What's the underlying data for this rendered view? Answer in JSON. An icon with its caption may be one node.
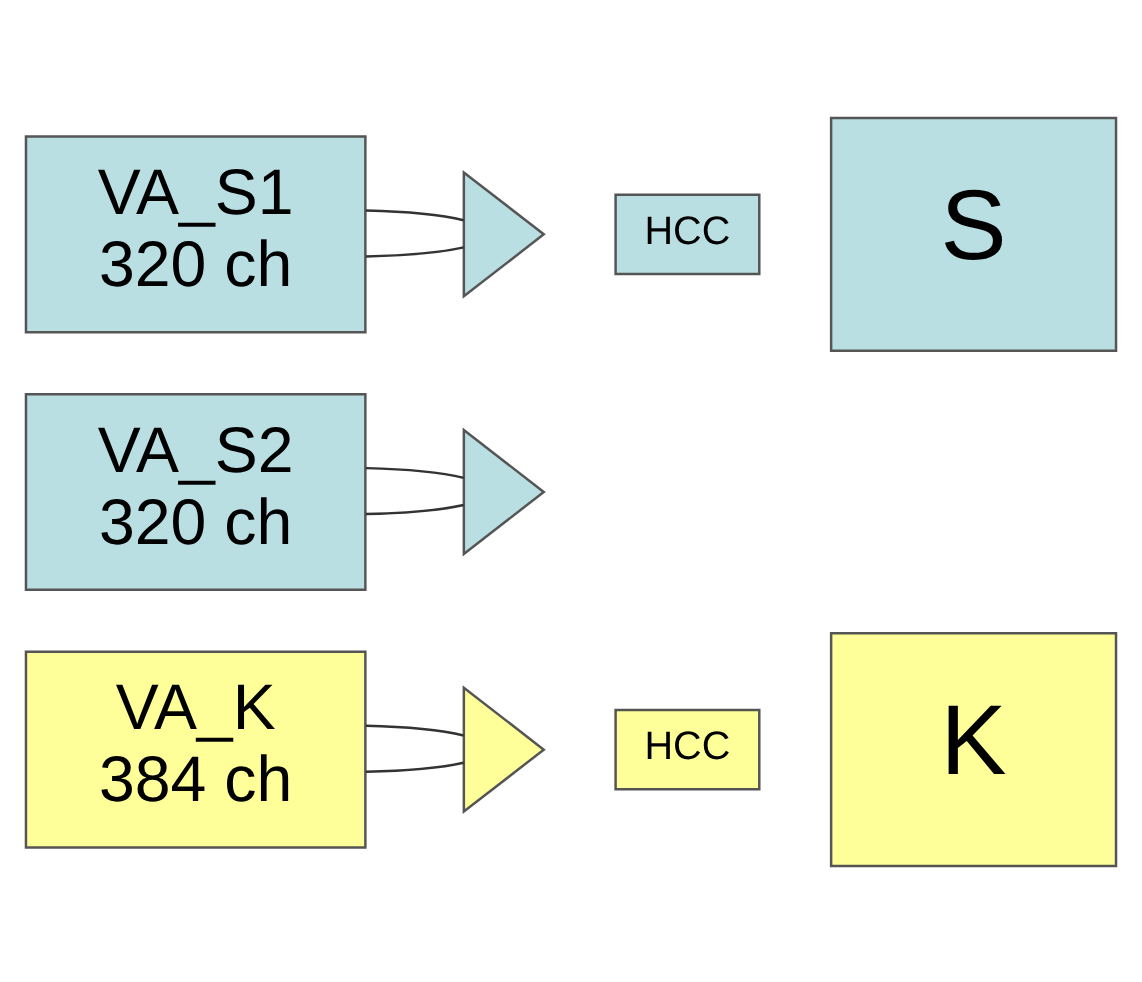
{
  "diagram": {
    "nodes": [
      {
        "text": [
          "VA_S1",
          "320 ch"
        ]
      },
      {
        "text": [],
        "shape": "triangle"
      },
      {
        "text": [
          "HCC"
        ]
      },
      {
        "text": [
          "S"
        ]
      },
      {
        "text": [
          "VA_S2",
          "320 ch"
        ]
      },
      {
        "text": [],
        "shape": "triangle"
      },
      {
        "text": [
          "VA_K",
          "384 ch"
        ]
      },
      {
        "text": [],
        "shape": "triangle"
      },
      {
        "text": [
          "K"
        ]
      },
      {
        "text": [
          "HCC"
        ]
      }
    ],
    "edges": [
      {
        "from": 0,
        "to": 1,
        "arrow": "none"
      },
      {
        "from": 0,
        "to": 1,
        "arrow": "none"
      },
      {
        "from": 4,
        "to": 5,
        "arrow": "none"
      },
      {
        "from": 4,
        "to": 5,
        "arrow": "none"
      },
      {
        "from": 6,
        "to": 7,
        "arrow": "none"
      },
      {
        "from": 6,
        "to": 7,
        "arrow": "none"
      }
    ]
  }
}
